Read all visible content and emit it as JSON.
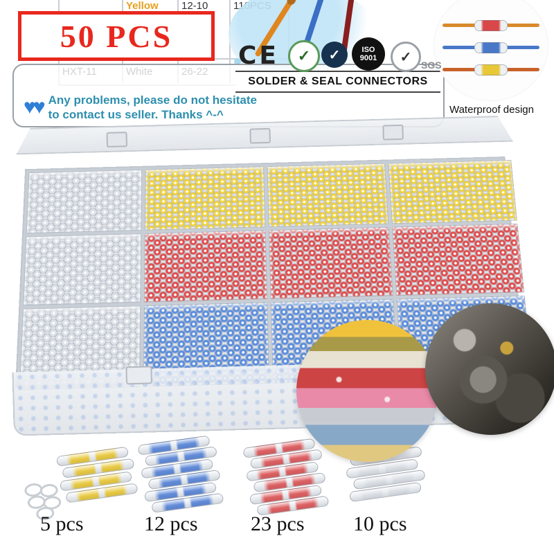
{
  "badge": {
    "label": "50 PCS"
  },
  "spec_table": {
    "row1": {
      "c1": "Yellow",
      "c2": "12-10",
      "c3": "110PCS"
    },
    "row2": {
      "c0": "HXT-11",
      "c1": "White",
      "c2": "26-22"
    }
  },
  "certs": {
    "ce": "CE",
    "check": "✓",
    "iso_line1": "ISO",
    "iso_line2": "9001",
    "sgs": "SGS",
    "banner": "SOLDER & SEAL CONNECTORS"
  },
  "note": {
    "hearts": "♥♥",
    "line1": "Any problems, please do not hesitate",
    "line2": "to contact us seller. Thanks ^-^"
  },
  "insets": {
    "waterproof_caption": "Waterproof design"
  },
  "groups": [
    {
      "label": "5 pcs",
      "color": "#f2c713"
    },
    {
      "label": "12 pcs",
      "color": "#3f74d8"
    },
    {
      "label": "23 pcs",
      "color": "#e23b3b"
    },
    {
      "label": "10 pcs",
      "color": "#dfe3e8"
    }
  ],
  "colors": {
    "badge_red": "#e8281e",
    "note_teal": "#2d8fae"
  }
}
